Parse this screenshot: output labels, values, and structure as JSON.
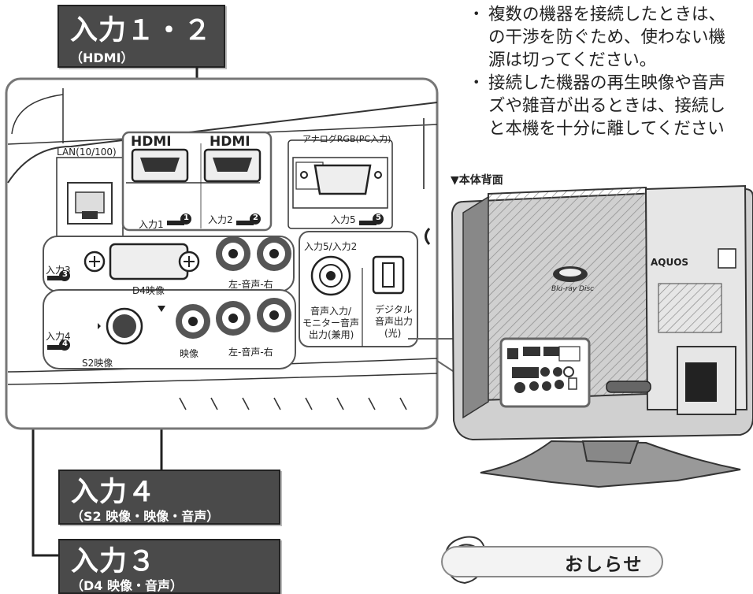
{
  "callouts": {
    "hdmi_in": {
      "title": "入力１・２",
      "sub": "（HDMI）"
    },
    "input4": {
      "title": "入力４",
      "sub": "（S2 映像・映像・音声）"
    },
    "input3": {
      "title": "入力３",
      "sub": "（D4 映像・音声）"
    }
  },
  "notes": [
    {
      "lines": [
        "複数の機器を接続したときは、",
        "の干渉を防ぐため、使わない機",
        "源は切ってください。"
      ]
    },
    {
      "lines": [
        "接続した機器の再生映像や音声",
        "ズや雑音が出るときは、接続し",
        "と本機を十分に離してください"
      ]
    }
  ],
  "rear_caption": "▼本体背面",
  "panel": {
    "lan": "LAN(10/100)",
    "hdmi_logo": "HDMI",
    "analog_rgb": "アナログRGB(PC入力)",
    "in1": "入力1",
    "in2": "入力2",
    "in5": "入力5",
    "in5_2": "入力5/入力2",
    "in3": "入力3",
    "in4": "入力4",
    "d4": "D4映像",
    "audio_lr": "左-音声-右",
    "s2": "S2映像",
    "video": "映像",
    "audio_io_1": "音声入力/",
    "audio_io_2": "モニター音声",
    "audio_io_3": "出力(兼用)",
    "digital_1": "デジタル",
    "digital_2": "音声出力",
    "digital_3": "(光)",
    "num_1": "1",
    "num_2": "2",
    "num_3": "3",
    "num_4": "4",
    "num_5": "5"
  },
  "tv": {
    "brand": "AQUOS",
    "disc_logo": "Blu-ray Disc"
  },
  "notice": {
    "title": "おしらせ"
  }
}
